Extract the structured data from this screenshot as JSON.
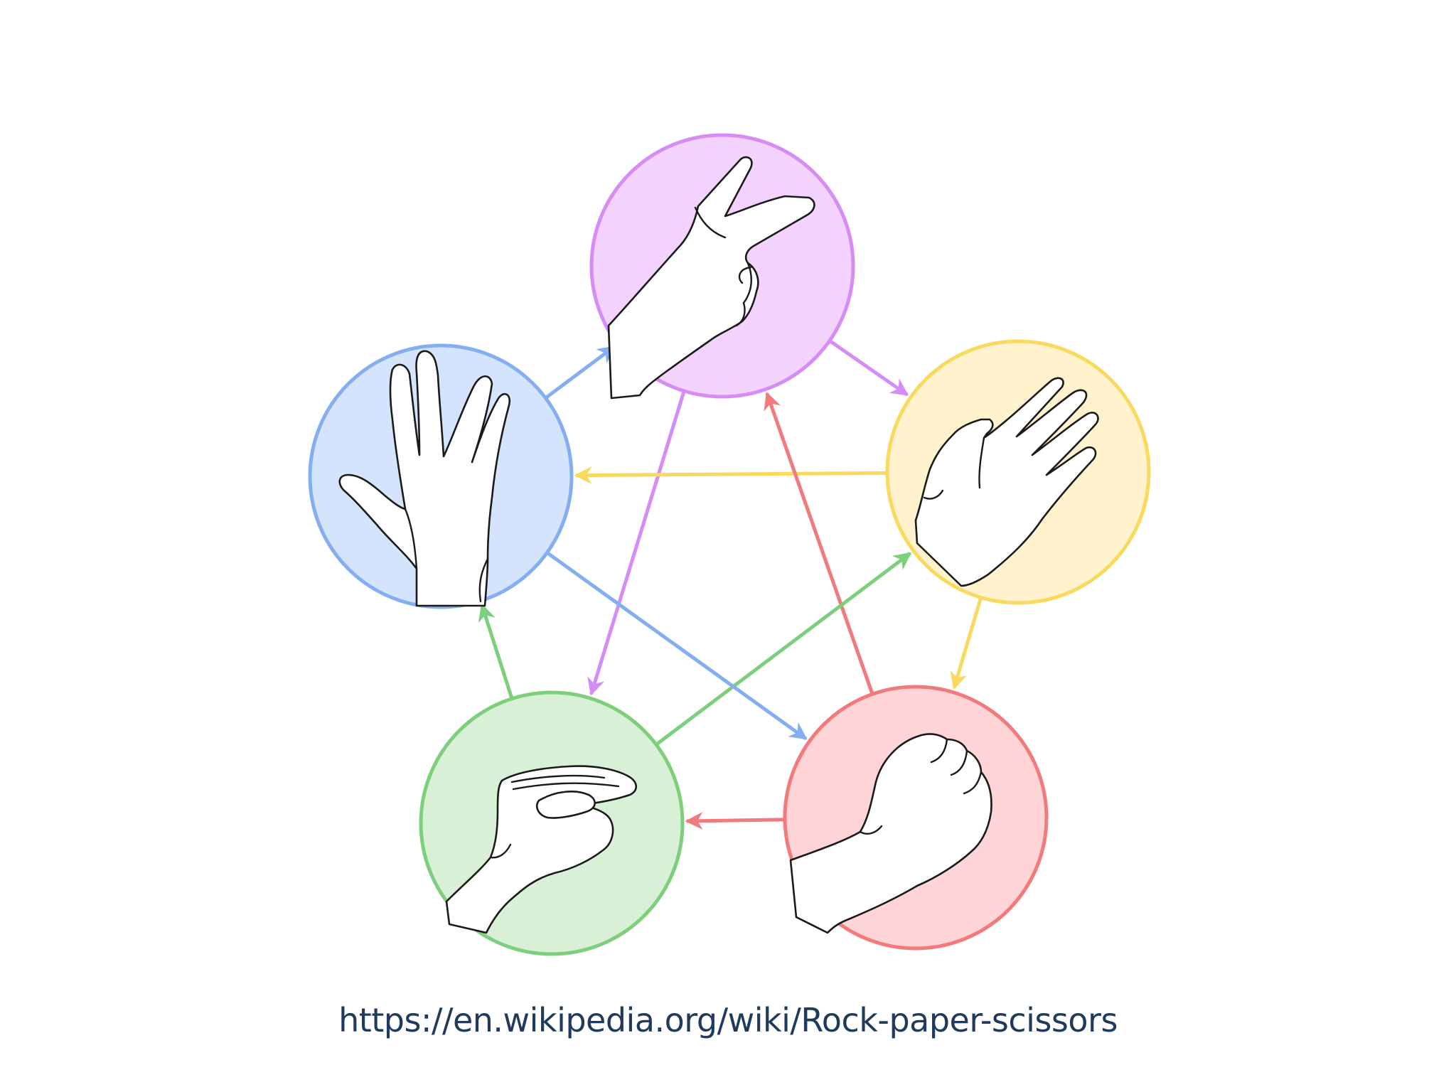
{
  "diagram": {
    "title": "",
    "nodes": [
      {
        "id": "scissors",
        "icon": "scissors-hand-icon",
        "fill": "#f3d2fd",
        "stroke": "#d58cf5"
      },
      {
        "id": "paper",
        "icon": "paper-hand-icon",
        "fill": "#fff2cc",
        "stroke": "#f9d95e"
      },
      {
        "id": "rock",
        "icon": "rock-fist-icon",
        "fill": "#ffd4d6",
        "stroke": "#f17a7d"
      },
      {
        "id": "lizard",
        "icon": "lizard-hand-icon",
        "fill": "#d8f0d6",
        "stroke": "#7dcf7b"
      },
      {
        "id": "spock",
        "icon": "spock-hand-icon",
        "fill": "#d5e4fd",
        "stroke": "#83aef2"
      }
    ],
    "edges": [
      {
        "from": "scissors",
        "to": "paper"
      },
      {
        "from": "scissors",
        "to": "lizard"
      },
      {
        "from": "paper",
        "to": "spock"
      },
      {
        "from": "paper",
        "to": "rock"
      },
      {
        "from": "rock",
        "to": "scissors"
      },
      {
        "from": "rock",
        "to": "lizard"
      },
      {
        "from": "lizard",
        "to": "spock"
      },
      {
        "from": "lizard",
        "to": "paper"
      },
      {
        "from": "spock",
        "to": "scissors"
      },
      {
        "from": "spock",
        "to": "rock"
      }
    ]
  },
  "footer": {
    "source_url": "https://en.wikipedia.org/wiki/Rock-paper-scissors"
  }
}
